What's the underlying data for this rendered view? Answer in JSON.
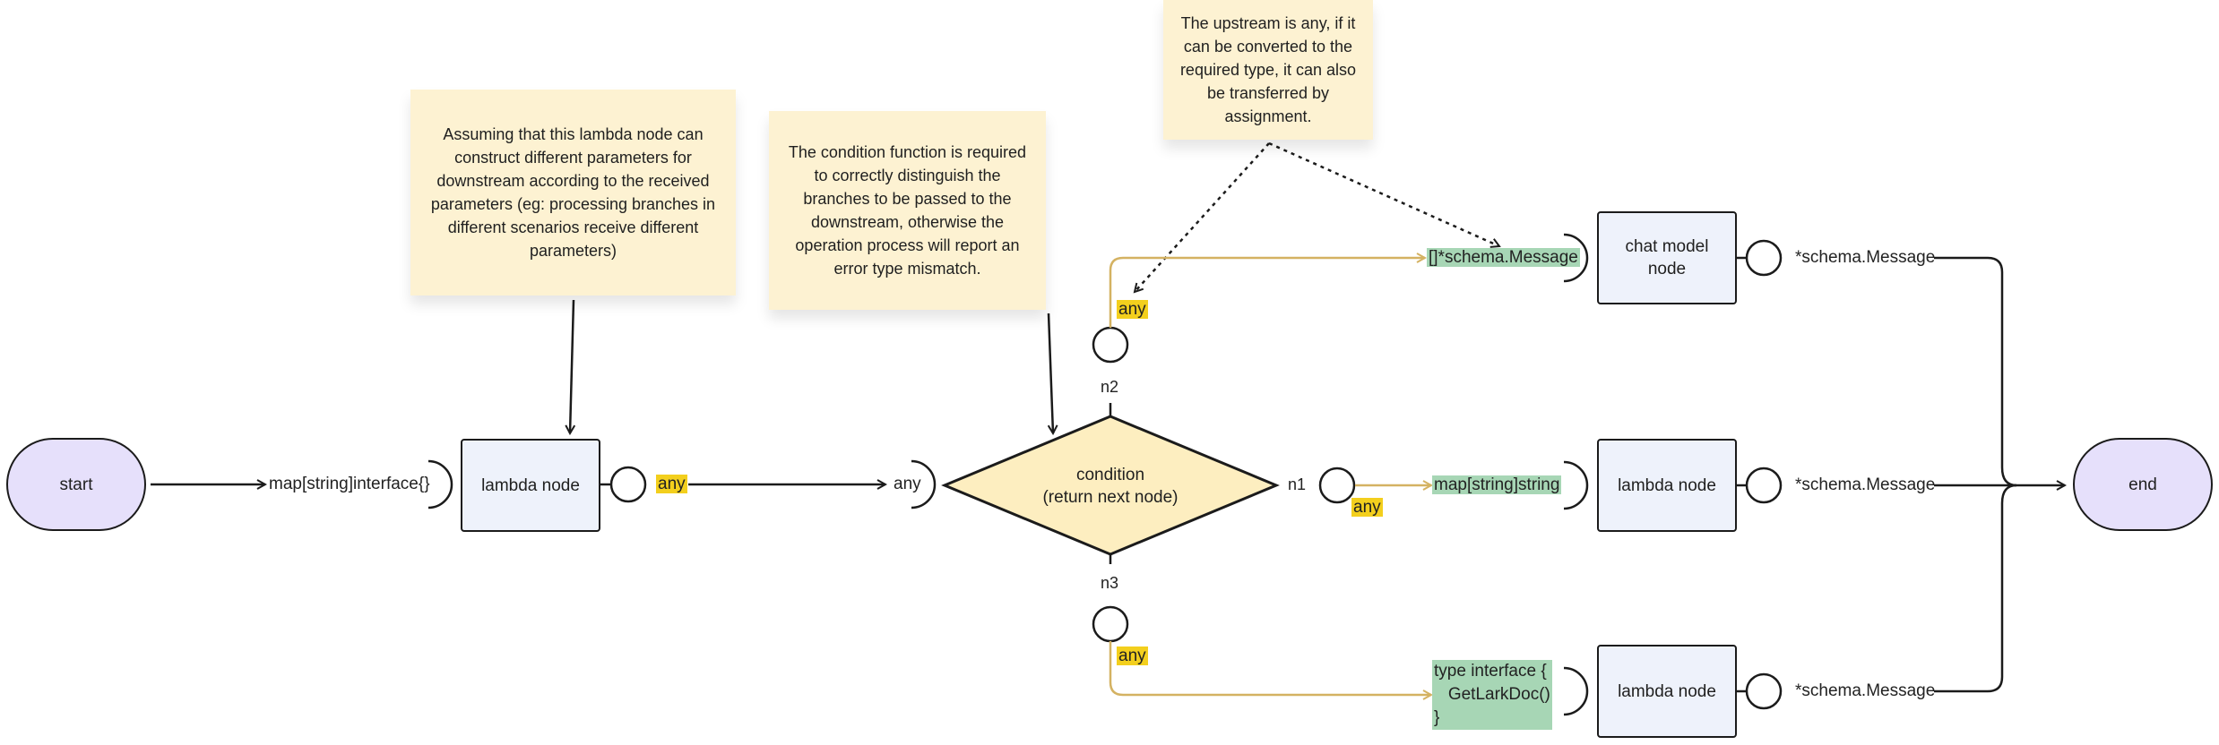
{
  "nodes": {
    "start": "start",
    "end": "end",
    "lambda_main": "lambda node",
    "condition_line1": "condition",
    "condition_line2": "(return next node)",
    "chat_model": "chat model node",
    "lambda_n1": "lambda node",
    "lambda_n3": "lambda node"
  },
  "notes": {
    "lambda_note": "Assuming that this lambda node can construct different parameters for downstream according to the received parameters (eg: processing branches in different scenarios receive different parameters)",
    "condition_note": "The condition function is required to correctly distinguish the branches to be passed to the downstream, otherwise the operation process will report an error type mismatch.",
    "upstream_note": "The upstream is any, if it can be converted to the required type, it can also be transferred by assignment."
  },
  "types": {
    "lambda_input": "map[string]interface{}",
    "lambda_output": "any",
    "condition_input": "any",
    "n2_any": "any",
    "n1_any": "any",
    "n3_any": "any",
    "chat_input": "[]*schema.Message",
    "lambda_n1_input": "map[string]string",
    "lambda_n3_input": "type interface {\n   GetLarkDoc()\n}",
    "chat_output": "*schema.Message",
    "lambda_n1_output": "*schema.Message",
    "lambda_n3_output": "*schema.Message"
  },
  "branches": {
    "n1": "n1",
    "n2": "n2",
    "n3": "n3"
  },
  "colors": {
    "terminal_fill": "#e6e0fb",
    "box_fill": "#eef2fb",
    "condition_fill": "#fdeec0",
    "note_fill": "#fdf2d2",
    "any_highlight": "#f3cf1d",
    "type_highlight": "#a7d6b5",
    "branch_line": "#d4b262"
  }
}
